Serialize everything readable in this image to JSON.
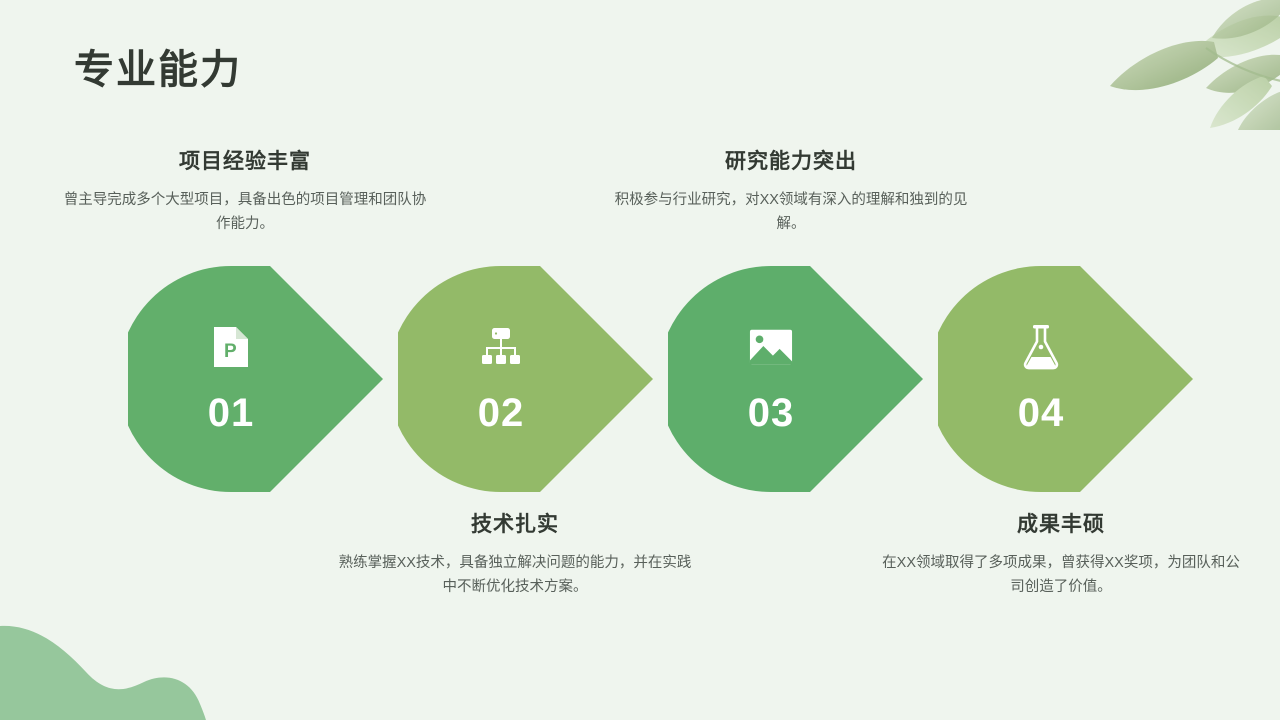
{
  "page": {
    "title": "专业能力",
    "background_color": "#eff5ee",
    "title_color": "#333a33",
    "body_text_color": "#58605a"
  },
  "decorations": {
    "top_right": {
      "name": "leaf-branch-watercolor",
      "color": "#a9c293"
    },
    "bottom_left": {
      "name": "organic-blob",
      "color": "#96c79c"
    }
  },
  "items": [
    {
      "number": "01",
      "icon": "powerpoint-file-icon",
      "color": "#62af6b",
      "heading": "项目经验丰富",
      "desc": "曾主导完成多个大型项目，具备出色的项目管理和团队协作能力。",
      "text_position": "above"
    },
    {
      "number": "02",
      "icon": "sitemap-icon",
      "color": "#93ba68",
      "heading": "技术扎实",
      "desc": "熟练掌握XX技术，具备独立解决问题的能力，并在实践中不断优化技术方案。",
      "text_position": "below"
    },
    {
      "number": "03",
      "icon": "image-photo-icon",
      "color": "#5eae6b",
      "heading": "研究能力突出",
      "desc": "积极参与行业研究，对XX领域有深入的理解和独到的见解。",
      "text_position": "above"
    },
    {
      "number": "04",
      "icon": "flask-icon",
      "color": "#93ba68",
      "heading": "成果丰硕",
      "desc": "在XX领域取得了多项成果，曾获得XX奖项，为团队和公司创造了价值。",
      "text_position": "below"
    }
  ]
}
